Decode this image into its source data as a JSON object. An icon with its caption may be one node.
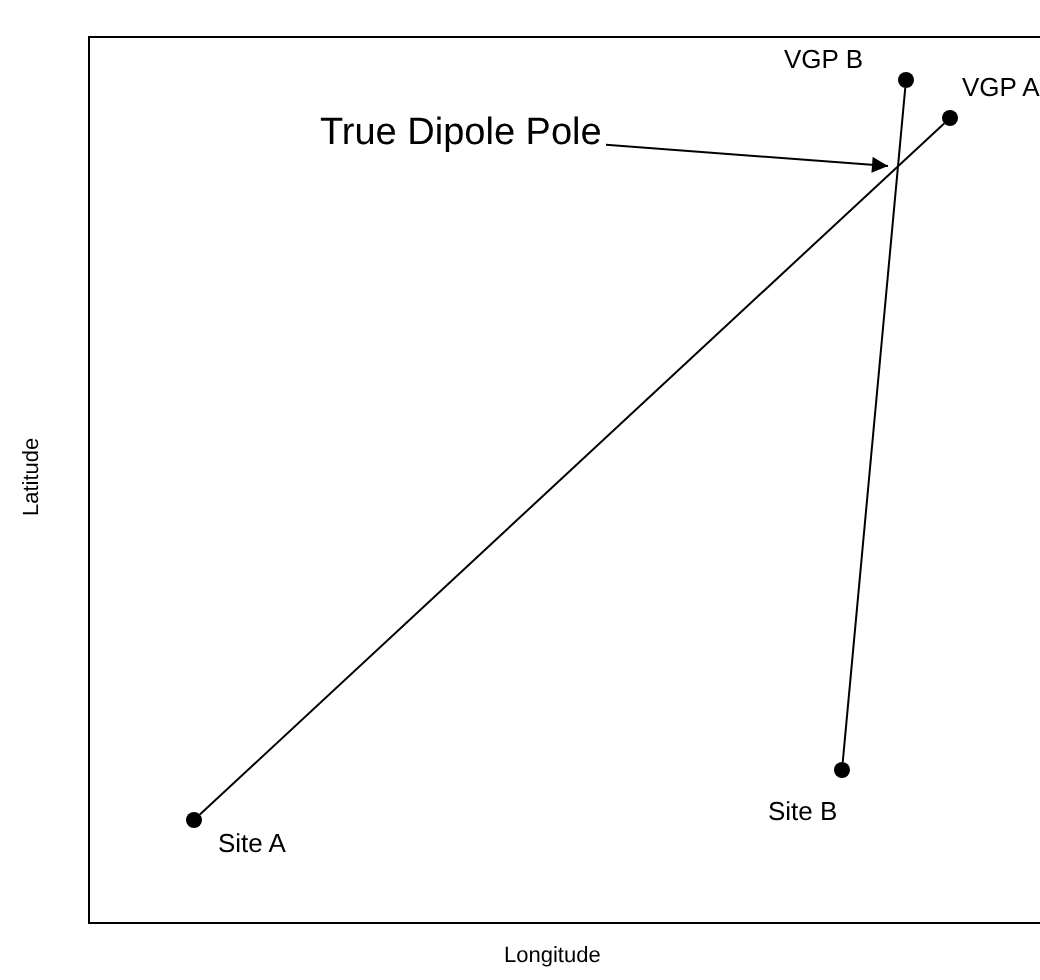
{
  "diagram": {
    "nodes": [
      {
        "text": [],
        "shape": "circle",
        "beside": [
          "VGP B"
        ]
      },
      {
        "text": [],
        "shape": "circle",
        "beside": [
          "VGP A"
        ]
      },
      {
        "text": [
          "True Dipole Pole"
        ]
      },
      {
        "text": [],
        "shape": "circle",
        "beside": [
          "Site B"
        ]
      },
      {
        "text": [],
        "shape": "circle",
        "beside": [
          "Site A"
        ]
      }
    ],
    "edges": [
      {
        "from": 4,
        "to": 1,
        "arrow": "none"
      },
      {
        "from": 3,
        "to": 0,
        "arrow": "none"
      },
      {
        "from": 2,
        "to": null,
        "arrow": "to"
      }
    ],
    "labels": [
      "Latitude",
      "Longitude"
    ]
  }
}
